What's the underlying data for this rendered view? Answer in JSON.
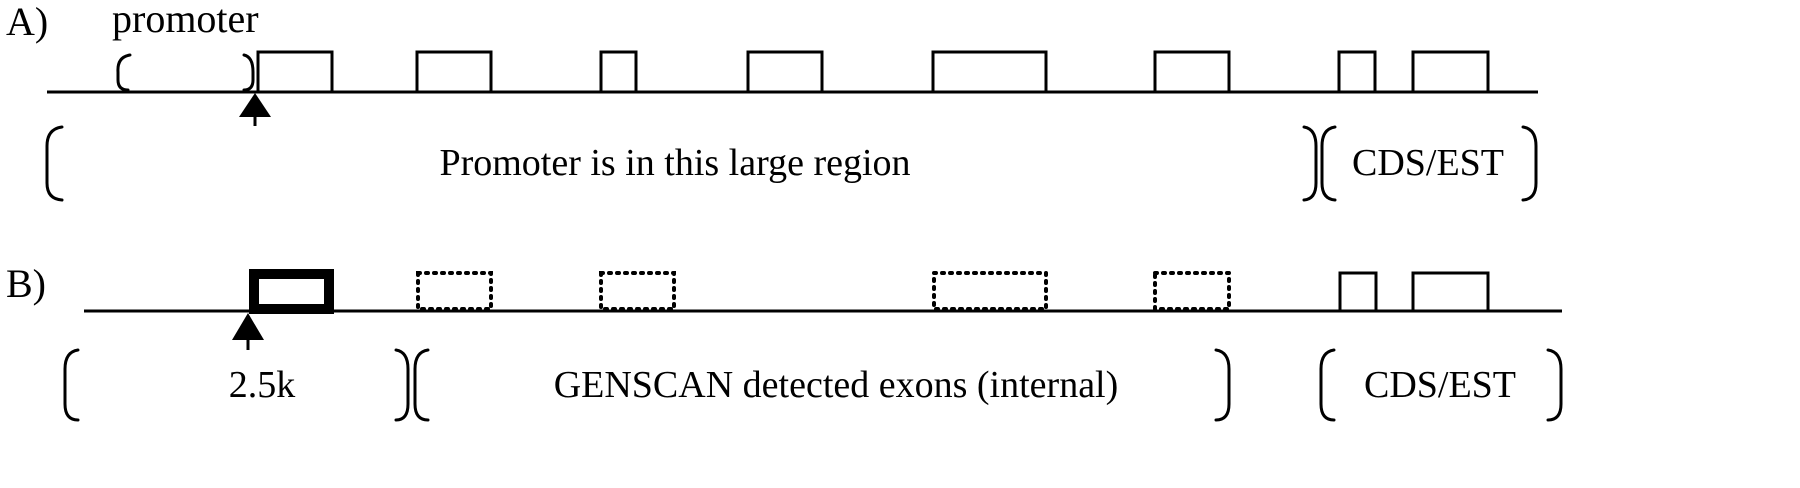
{
  "panel_a": {
    "label": "A)",
    "promoter_label": "promoter",
    "region_label": "Promoter is in this large region",
    "cds_label": "CDS/EST"
  },
  "panel_b": {
    "label": "B)",
    "upstream_label": "2.5k",
    "genscan_label": "GENSCAN detected exons (internal)",
    "cds_label": "CDS/EST"
  }
}
